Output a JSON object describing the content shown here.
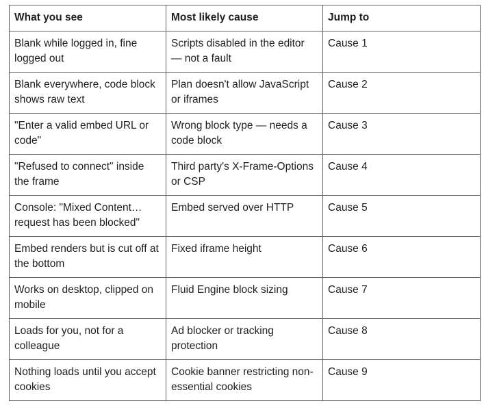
{
  "table": {
    "headers": [
      "What you see",
      "Most likely cause",
      "Jump to"
    ],
    "rows": [
      [
        "Blank while logged in, fine logged out",
        "Scripts disabled in the editor — not a fault",
        "Cause 1"
      ],
      [
        "Blank everywhere, code block shows raw text",
        "Plan doesn't allow JavaScript or iframes",
        "Cause 2"
      ],
      [
        "\"Enter a valid embed URL or code\"",
        "Wrong block type — needs a code block",
        "Cause 3"
      ],
      [
        "\"Refused to connect\" inside the frame",
        "Third party's X-Frame-Options or CSP",
        "Cause 4"
      ],
      [
        "Console: \"Mixed Content… request has been blocked\"",
        "Embed served over HTTP",
        "Cause 5"
      ],
      [
        "Embed renders but is cut off at the bottom",
        "Fixed iframe height",
        "Cause 6"
      ],
      [
        "Works on desktop, clipped on mobile",
        "Fluid Engine block sizing",
        "Cause 7"
      ],
      [
        "Loads for you, not for a colleague",
        "Ad blocker or tracking protection",
        "Cause 8"
      ],
      [
        "Nothing loads until you accept cookies",
        "Cookie banner restricting non-essential cookies",
        "Cause 9"
      ]
    ]
  }
}
